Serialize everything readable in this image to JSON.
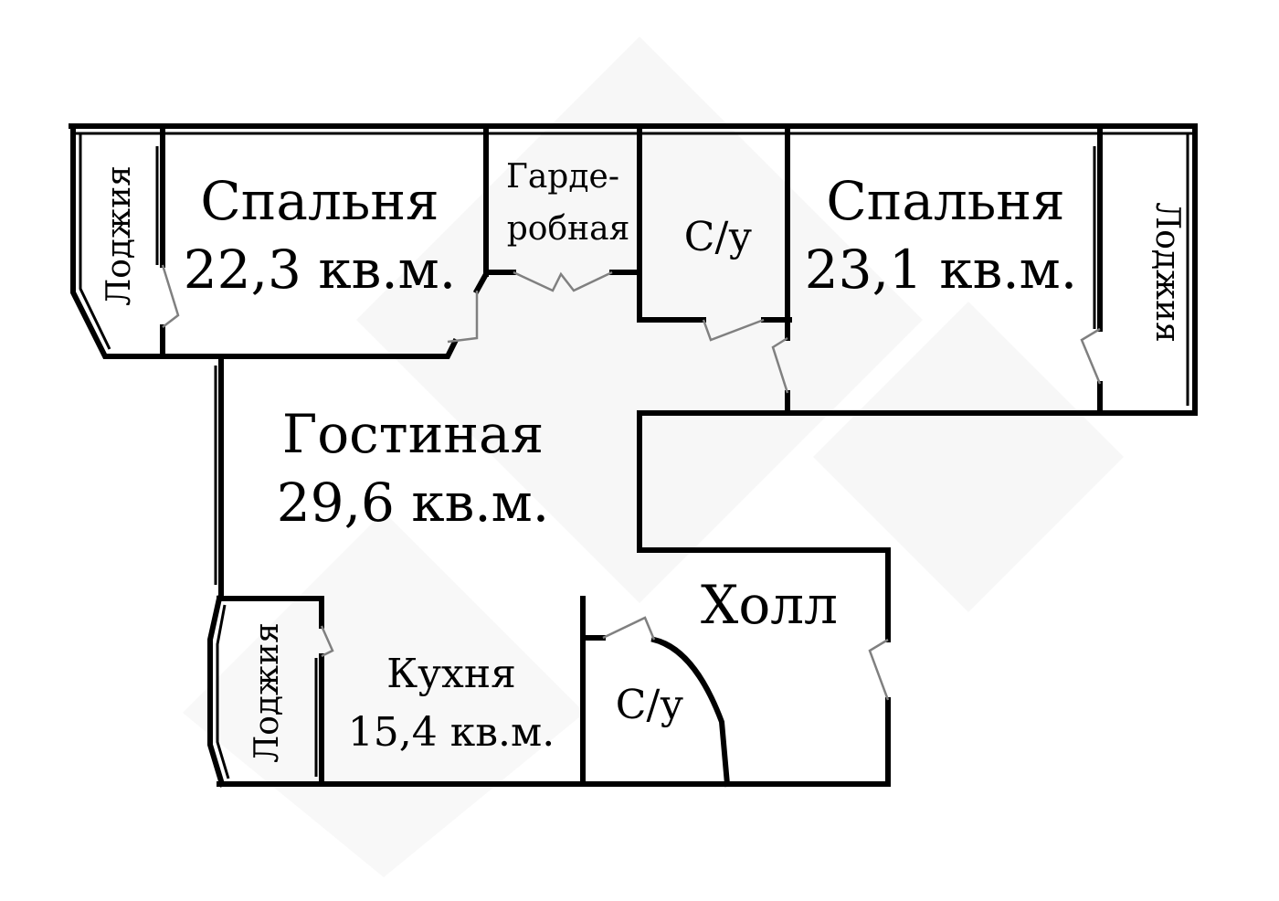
{
  "rooms": {
    "bedroom_left": {
      "name": "Спальня",
      "area": "22,3 кв.м."
    },
    "bedroom_right": {
      "name": "Спальня",
      "area": "23,1 кв.м."
    },
    "living": {
      "name": "Гостиная",
      "area": "29,6 кв.м."
    },
    "kitchen": {
      "name": "Кухня",
      "area": "15,4 кв.м."
    },
    "wardrobe": {
      "line1": "Гарде-",
      "line2": "робная"
    },
    "bath_top": {
      "name": "С/у"
    },
    "bath_bottom": {
      "name": "С/у"
    },
    "hall": {
      "name": "Холл"
    },
    "loggia_left": {
      "name": "Лоджия"
    },
    "loggia_right": {
      "name": "Лоджия"
    },
    "loggia_kitchen": {
      "name": "Лоджия"
    }
  },
  "colors": {
    "wall": "#000000",
    "door": "#808080",
    "watermark": "#f2f2f2",
    "background": "#ffffff"
  }
}
